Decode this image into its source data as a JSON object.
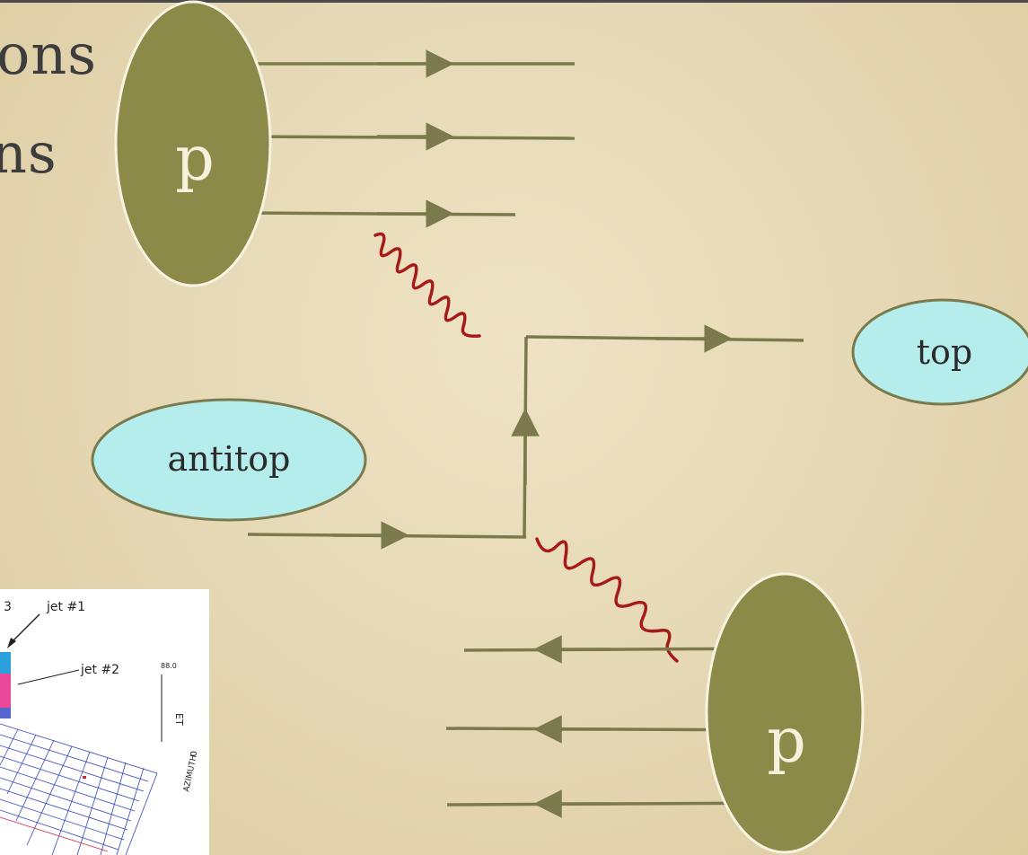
{
  "slide": {
    "heading_line1": "ons",
    "heading_line2": "ns"
  },
  "diagram": {
    "proton_top_label": "p",
    "proton_bottom_label": "p",
    "top_quark_label": "top",
    "antitop_quark_label": "antitop"
  },
  "inset_plot": {
    "number_label": "3",
    "jet1_label": "jet #1",
    "jet2_label": "jet #2",
    "axis_label": "ET",
    "scale_label": "88.0",
    "zero_label": "0",
    "azimuth_label": "AZIMUTH"
  },
  "colors": {
    "background": "#e5d8b6",
    "proton_fill": "#8c8a48",
    "quark_bubble_fill": "#b5ecec",
    "line": "#7b7a4c",
    "gluon": "#a61a1a"
  }
}
